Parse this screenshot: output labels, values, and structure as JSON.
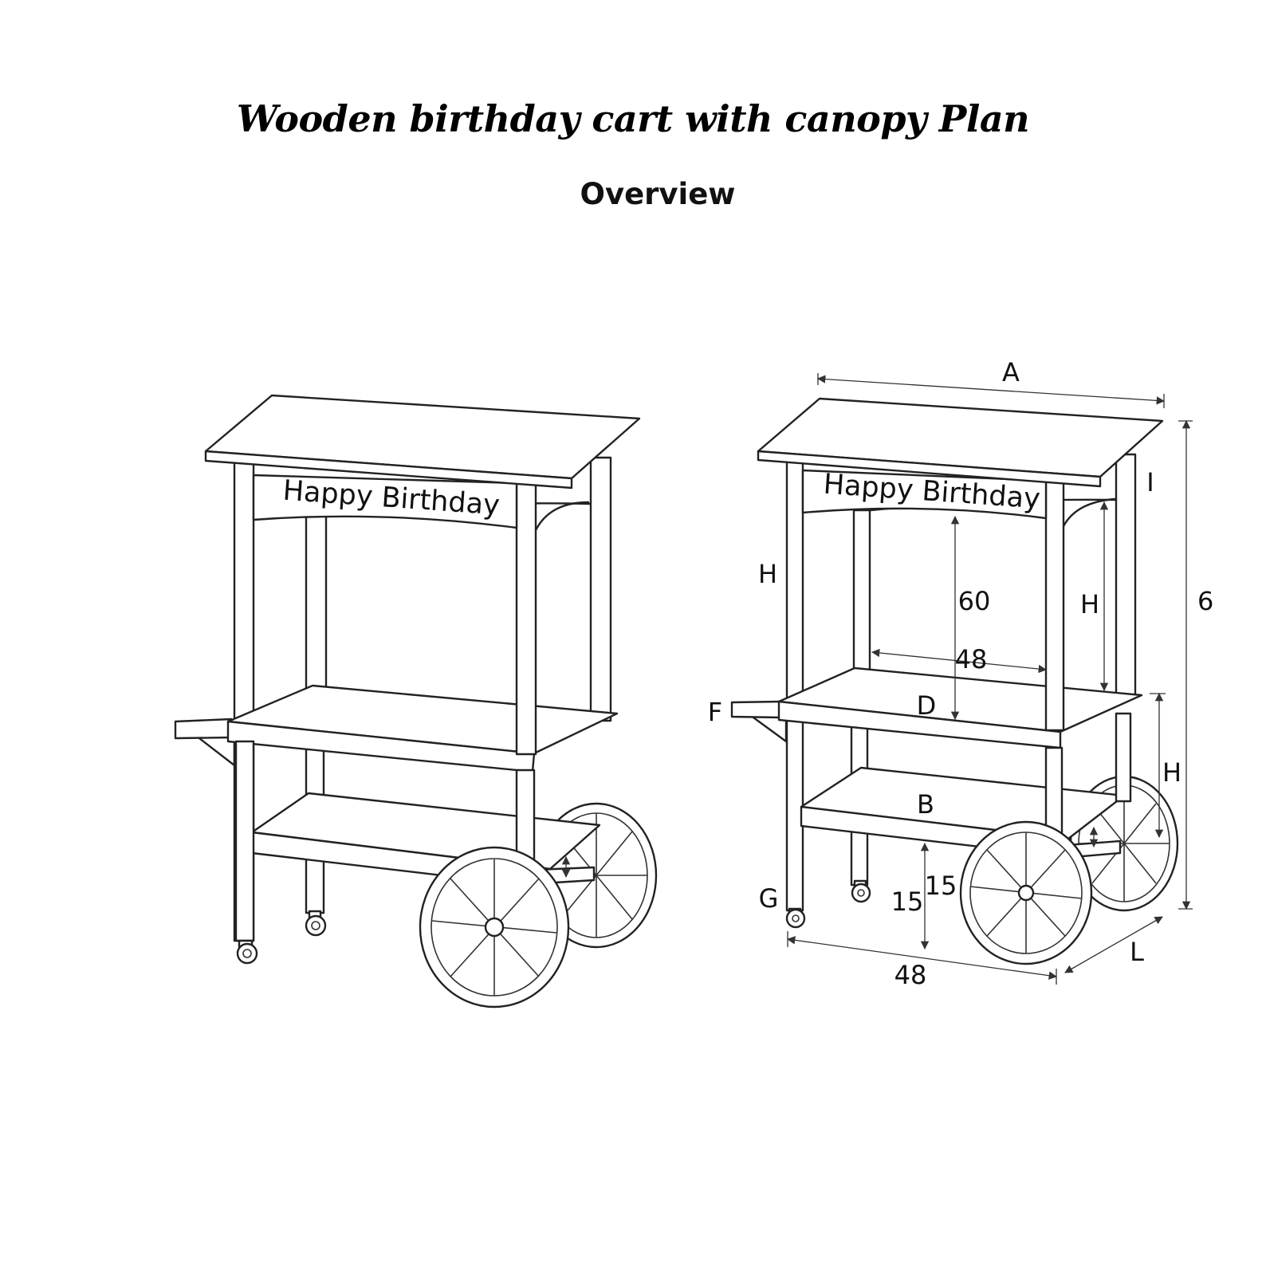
{
  "page": {
    "title": "Wooden birthday cart with canopy Plan",
    "subtitle": "Overview"
  },
  "left_view": {
    "sign_text": "Happy Birthday"
  },
  "right_view": {
    "sign_text": "Happy Birthday",
    "labels": {
      "a": "A",
      "i": "I",
      "h_left": "H",
      "h_mid": "H",
      "h_right": "H",
      "f": "F",
      "d": "D",
      "b": "B",
      "g": "G",
      "l": "L",
      "dim_60": "60",
      "dim_48_inner": "48",
      "dim_48_bottom": "48",
      "dim_15_a": "15",
      "dim_15_b": "15",
      "dim_6_partial": "6"
    }
  }
}
